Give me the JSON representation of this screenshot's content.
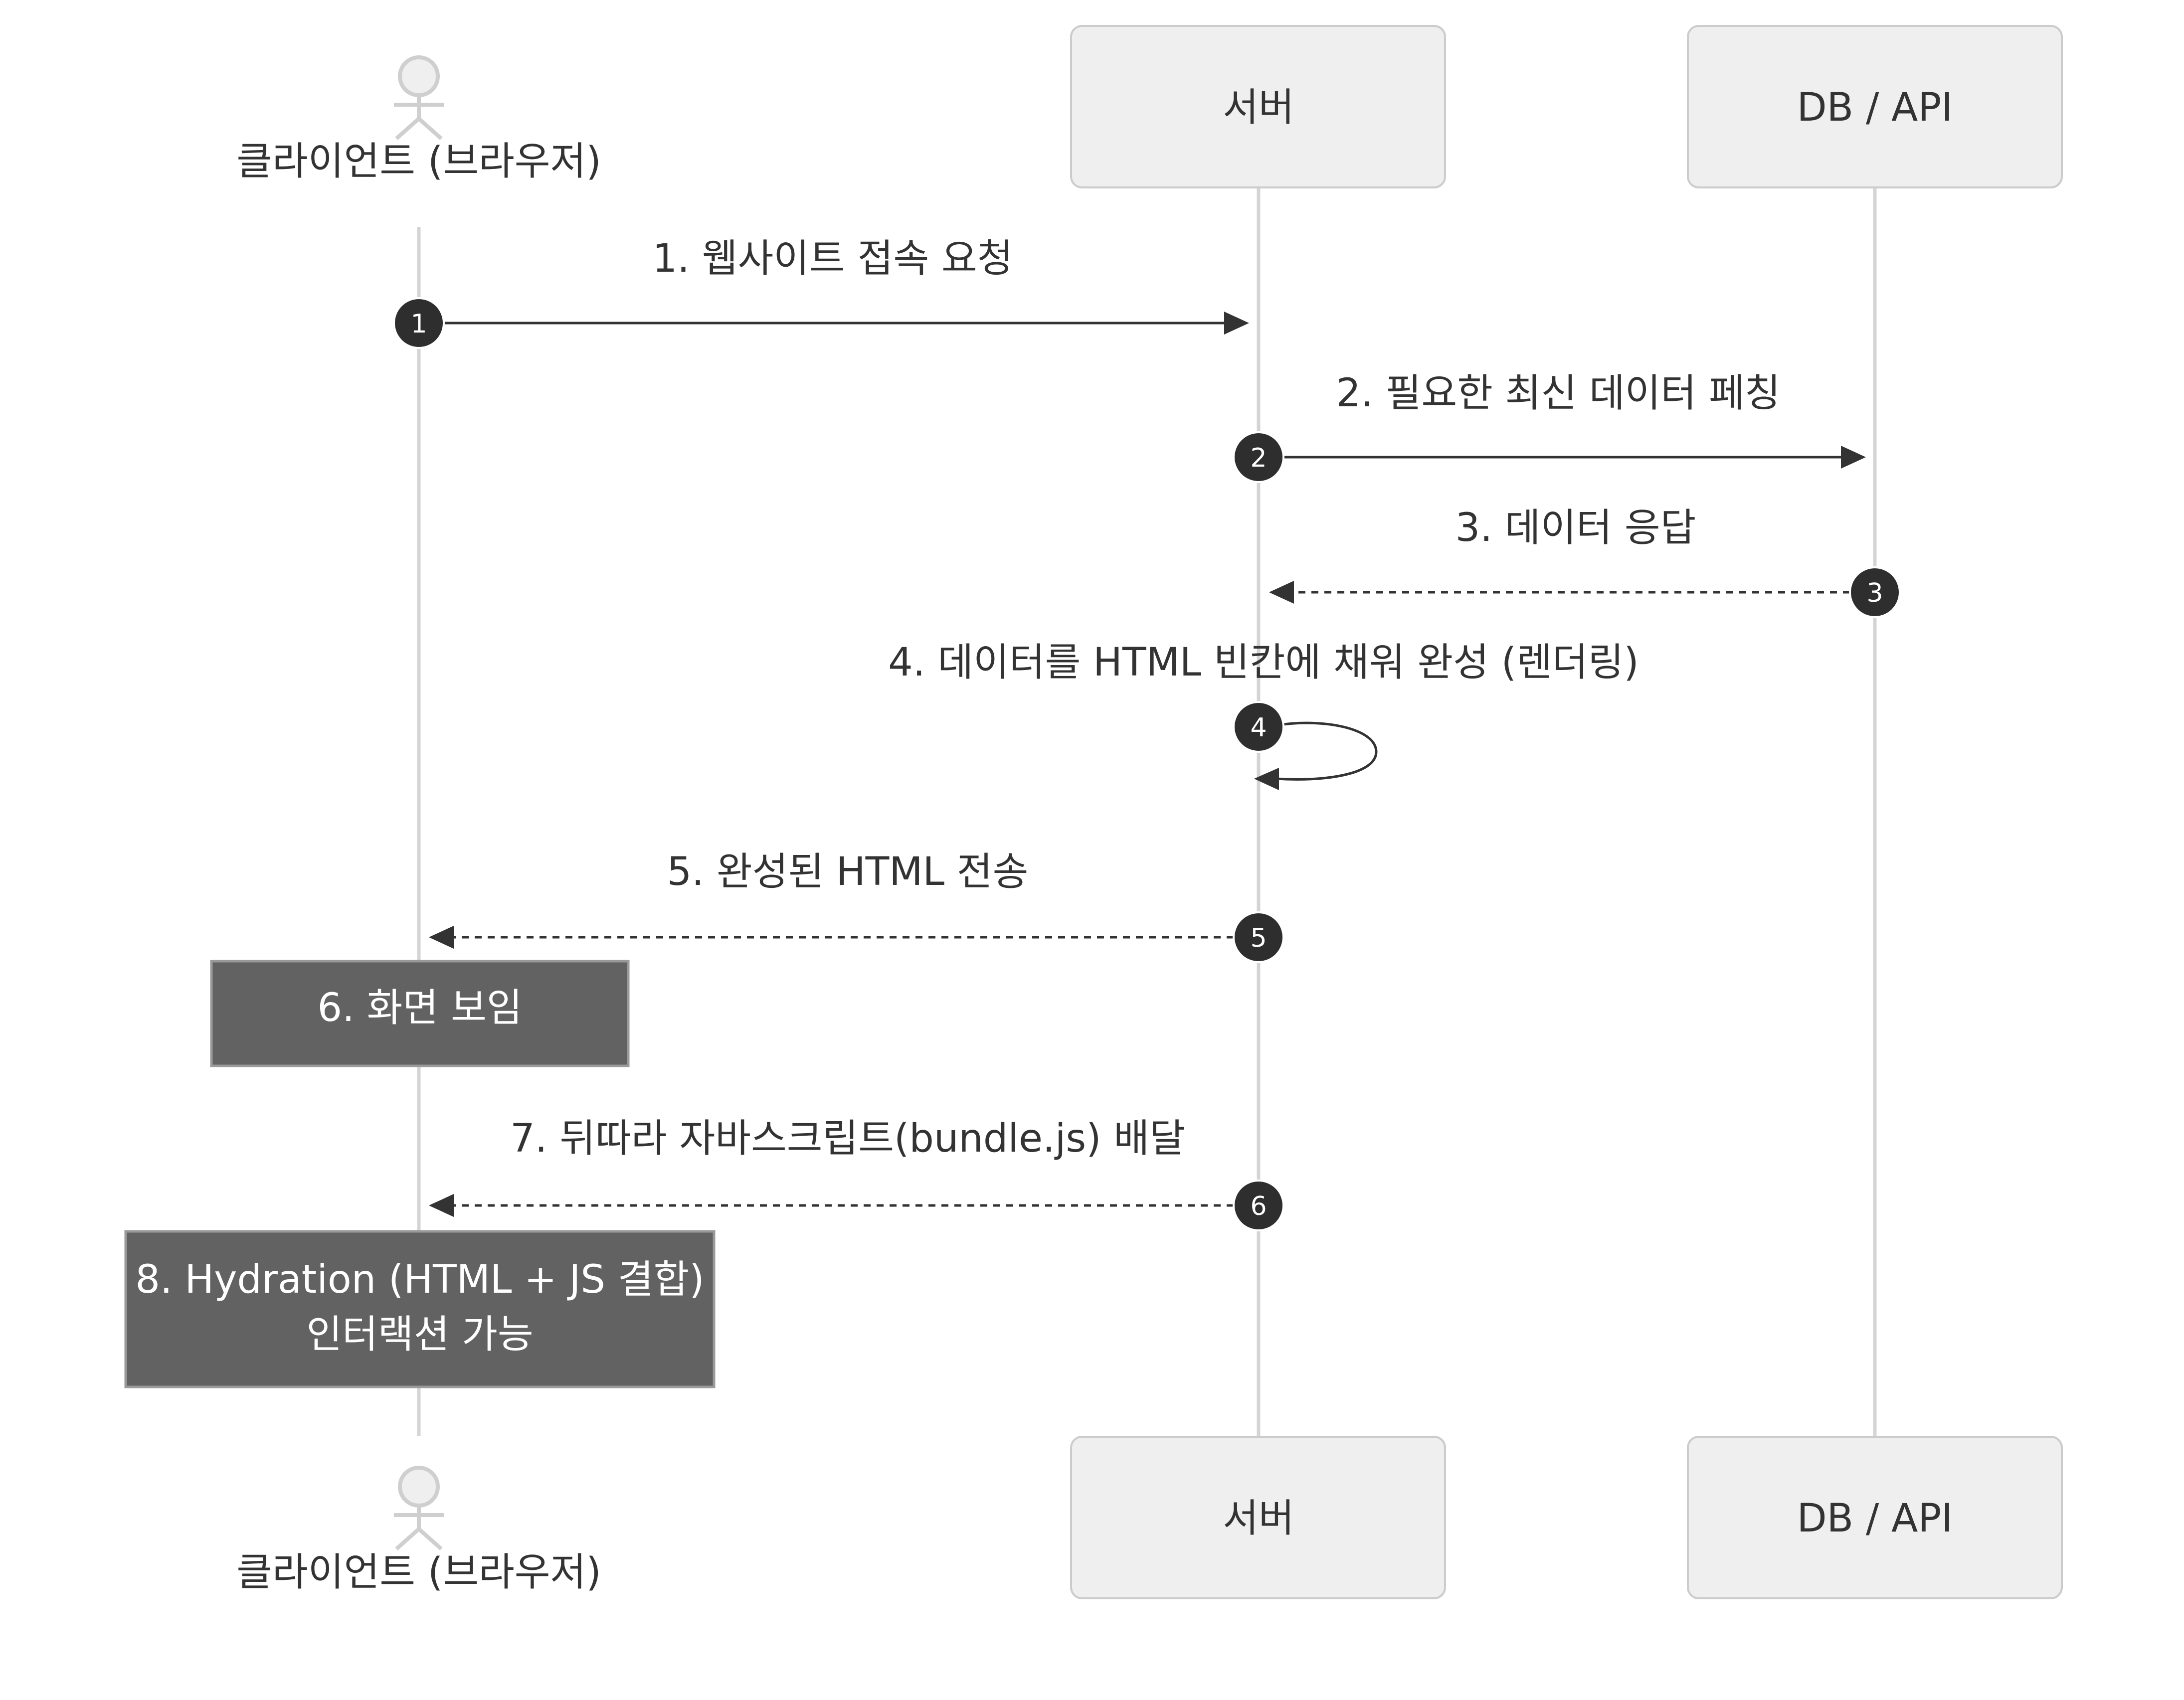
{
  "participants": {
    "client": "클라이언트 (브라우저)",
    "server": "서버",
    "db": "DB / API"
  },
  "messages": [
    {
      "number": "1",
      "text": "1. 웹사이트 접속 요청"
    },
    {
      "number": "2",
      "text": "2. 필요한 최신 데이터 페칭"
    },
    {
      "number": "3",
      "text": "3. 데이터 응답"
    },
    {
      "number": "4",
      "text": "4. 데이터를 HTML 빈칸에 채워 완성 (렌더링)"
    },
    {
      "number": "5",
      "text": "5. 완성된 HTML 전송"
    },
    {
      "number": "6",
      "text": "7. 뒤따라 자바스크립트(bundle.js) 배달"
    }
  ],
  "notes": {
    "screen_visible": "6. 화면 보임",
    "hydration_line1": "8. Hydration (HTML + JS 결합)",
    "hydration_line2": "인터랙션 가능"
  },
  "colors": {
    "lifeline": "#d4d4d4",
    "box": "#efefef",
    "note": "#626262",
    "number_badge": "#2e2e2e"
  }
}
